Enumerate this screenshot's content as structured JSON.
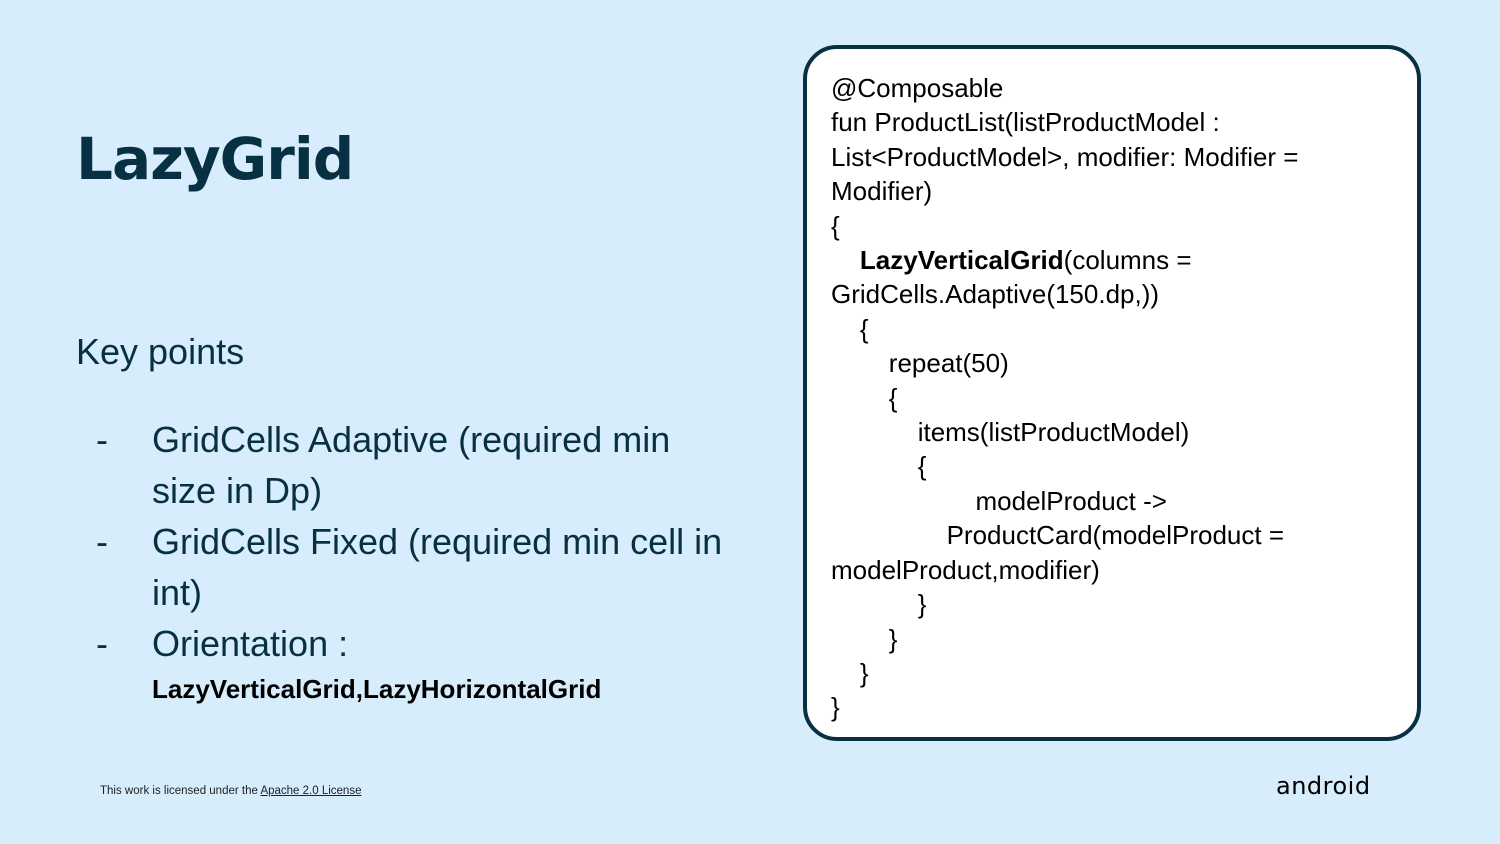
{
  "slide": {
    "title": "LazyGrid",
    "subtitle": "Key points",
    "bullets": [
      {
        "dash": "-",
        "text": "GridCells Adaptive (required min size in Dp)"
      },
      {
        "dash": "-",
        "text": "GridCells Fixed (required min cell in int)"
      },
      {
        "dash": "-",
        "text": "Orientation :",
        "strong": "LazyVerticalGrid,LazyHorizontalGrid"
      }
    ]
  },
  "code": {
    "line1": "@Composable\nfun ProductList(listProductModel : List<ProductModel>, modifier: Modifier = Modifier)\n{\n    ",
    "keyword": "LazyVerticalGrid",
    "line2": "(columns = GridCells.Adaptive(150.dp,))\n    {\n        repeat(50)\n        {\n            items(listProductModel)\n            {\n                    modelProduct ->\n                ProductCard(modelProduct = modelProduct,modifier)\n            }\n        }\n    }\n}"
  },
  "footer": {
    "license_prefix": "This work is licensed under the ",
    "license_link": "Apache 2.0 License",
    "brand": "android"
  }
}
